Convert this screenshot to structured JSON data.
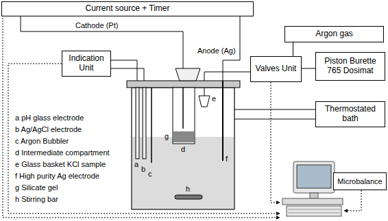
{
  "diagram": {
    "nodes": [
      {
        "text": [
          "Current source + Timer"
        ]
      },
      {
        "text": [
          "Indication Unit"
        ]
      },
      {
        "text": [
          "Argon gas"
        ]
      },
      {
        "text": [
          "Valves Unit"
        ]
      },
      {
        "text": [
          "Piston Burette 765 Dosimat"
        ]
      },
      {
        "text": [
          "Thermostated bath"
        ]
      },
      {
        "text": [
          "Microbalance"
        ]
      }
    ],
    "edges": [
      {
        "from": 2,
        "to": 3,
        "arrow": "none"
      },
      {
        "from": 3,
        "to": 4,
        "arrow": "none"
      }
    ],
    "labels": [
      "Cathode (Pt)",
      "Anode (Ag)",
      "a pH glass electrode",
      "b Ag/AgCl electrode",
      "c Argon Bubbler",
      "d Intermediate compartment",
      "e Glass basket KCl sample",
      "f High purity Ag electrode",
      "g Silicate gel",
      "h Stirring bar",
      "a",
      "b",
      "c",
      "d",
      "e",
      "f",
      "g",
      "h"
    ]
  }
}
